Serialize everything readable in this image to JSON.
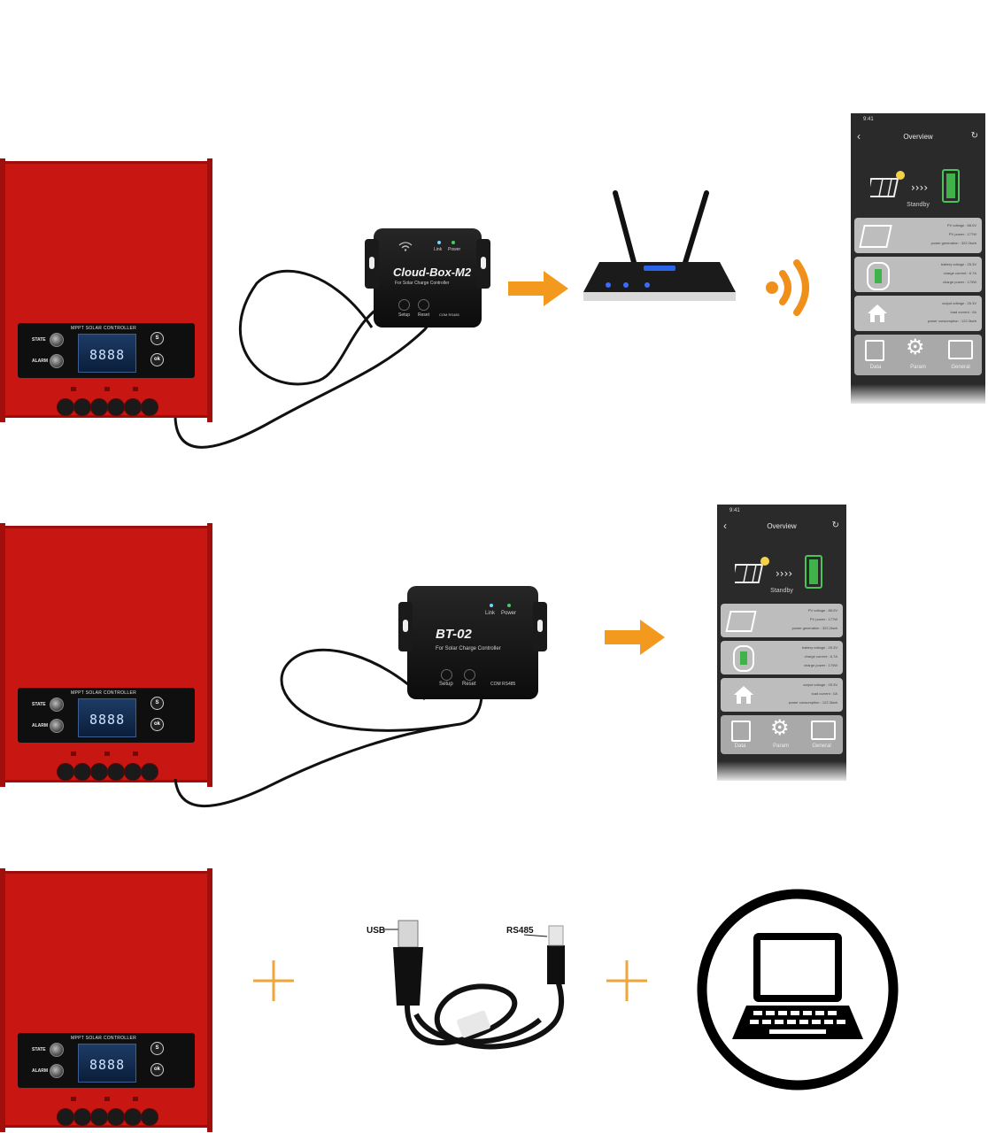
{
  "controller": {
    "panel_title": "MPPT SOLAR CONTROLLER",
    "state_label": "STATE",
    "alarm_label": "ALARM",
    "display_digits": "8888",
    "btn_s": "S",
    "btn_ok": "ok"
  },
  "row1": {
    "module_name": "Cloud-Box-M2",
    "module_sub": "For Solar Charge Controller",
    "led_link": "Link",
    "led_power": "Power",
    "btn_setup": "Setup",
    "btn_reset": "Reset",
    "port_label": "COM RS485"
  },
  "row2": {
    "module_name": "BT-02",
    "module_sub": "For Solar Charge Controller",
    "led_link": "Link",
    "led_power": "Power",
    "btn_setup": "Setup",
    "btn_reset": "Reset",
    "port_label": "COM RS485"
  },
  "row3": {
    "usb_label": "USB",
    "rs485_label": "RS485"
  },
  "app": {
    "time": "9:41",
    "title": "Overview",
    "status": "Standby",
    "pv_lines": [
      "PV voltage :  88.0V",
      "PV power :  177W",
      "power generation :  322.2kwh"
    ],
    "battery_lines": [
      "battery voltage :  25.3V",
      "charge current :  6.7A",
      "charge power :  170W"
    ],
    "output_lines": [
      "output voltage :  25.3V",
      "load current :  0A",
      "power consumption :  122.3kwh"
    ],
    "nav": [
      "Data",
      "Param",
      "General"
    ]
  },
  "colors": {
    "controller_red": "#c81612",
    "arrow_orange": "#f39a1e",
    "wifi_orange": "#f0901b",
    "plus_orange": "#f2a53a",
    "battery_green": "#3fb34a"
  }
}
